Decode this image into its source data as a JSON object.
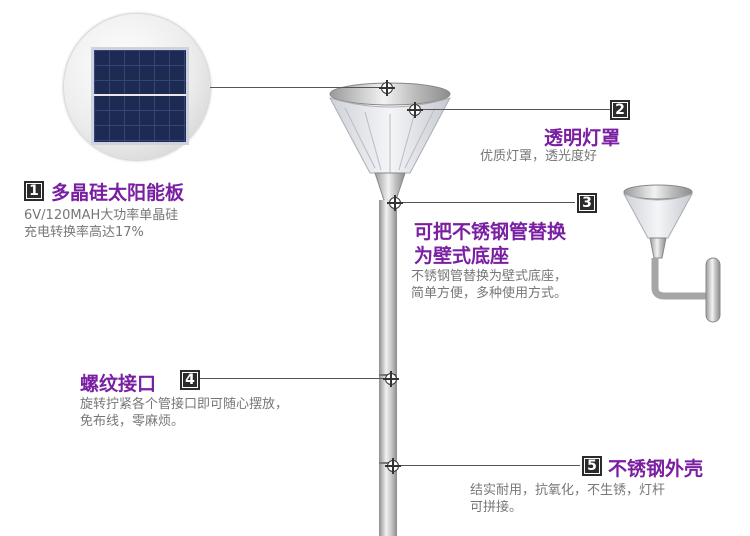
{
  "colors": {
    "title": "#7a1fa2",
    "desc": "#777777",
    "badge": "#2b2b2b",
    "line": "#555555"
  },
  "features": [
    {
      "num": "1",
      "title": "多晶硅太阳能板",
      "desc": [
        "6V/120MAH大功率单晶硅",
        "充电转换率高达17%"
      ]
    },
    {
      "num": "2",
      "title": "透明灯罩",
      "desc": [
        "优质灯罩，透光度好"
      ]
    },
    {
      "num": "3",
      "title": [
        "可把不锈钢管替换",
        "为壁式底座"
      ],
      "desc": [
        "不锈钢管替换为壁式底座，",
        "简单方便，多种使用方式。"
      ]
    },
    {
      "num": "4",
      "title": "螺纹接口",
      "desc": [
        "旋转拧紧各个管接口即可随心摆放，",
        "免布线，零麻烦。"
      ]
    },
    {
      "num": "5",
      "title": "不锈钢外壳",
      "desc": [
        "结实耐用，抗氧化，不生锈，灯杆",
        "可拼接。"
      ]
    }
  ]
}
